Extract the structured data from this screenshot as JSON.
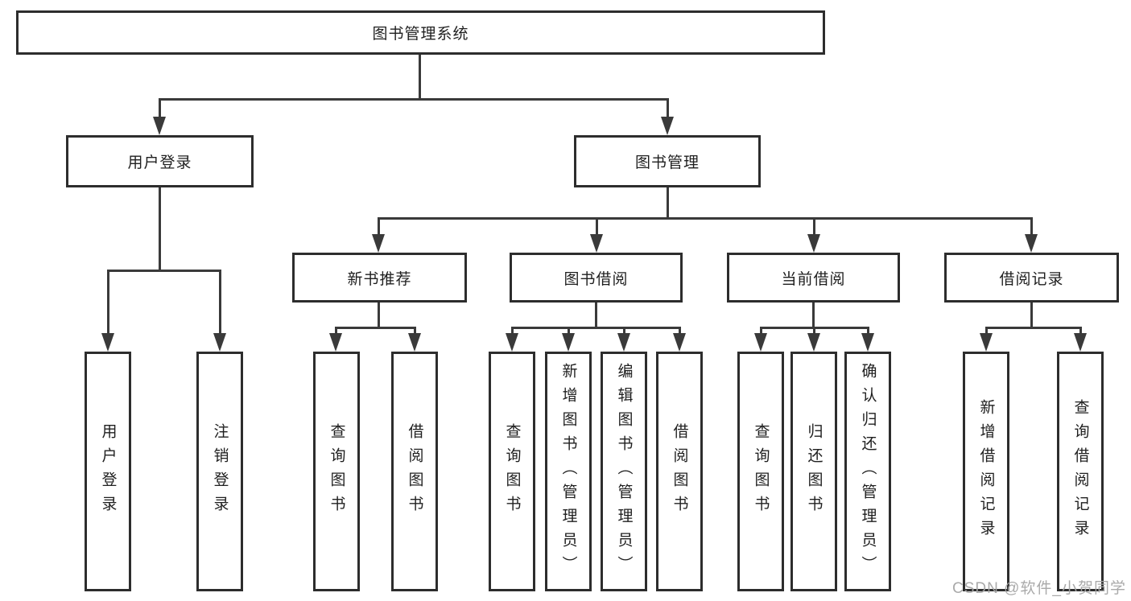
{
  "diagram": {
    "title": "图书管理系统",
    "nodes": {
      "root": "图书管理系统",
      "user_login": "用户登录",
      "book_mgmt": "图书管理",
      "new_books": "新书推荐",
      "book_borrow": "图书借阅",
      "current_borrow": "当前借阅",
      "borrow_records": "借阅记录",
      "leaves": {
        "user_login": [
          "用户登录",
          "注销登录"
        ],
        "new_books": [
          "查询图书",
          "借阅图书"
        ],
        "book_borrow": [
          "查询图书",
          "新增图书（管理员）",
          "编辑图书（管理员）",
          "借阅图书"
        ],
        "current_borrow": [
          "查询图书",
          "归还图书",
          "确认归还（管理员）"
        ],
        "borrow_records": [
          "新增借阅记录",
          "查询借阅记录"
        ]
      }
    },
    "colors": {
      "line": "#3a3a3a",
      "border": "#2d2d2d",
      "text": "#1f1f1f",
      "background": "#ffffff",
      "watermark": "#a5a5a5"
    }
  },
  "watermark": {
    "text": "CSDN @软件_小贺同学"
  }
}
